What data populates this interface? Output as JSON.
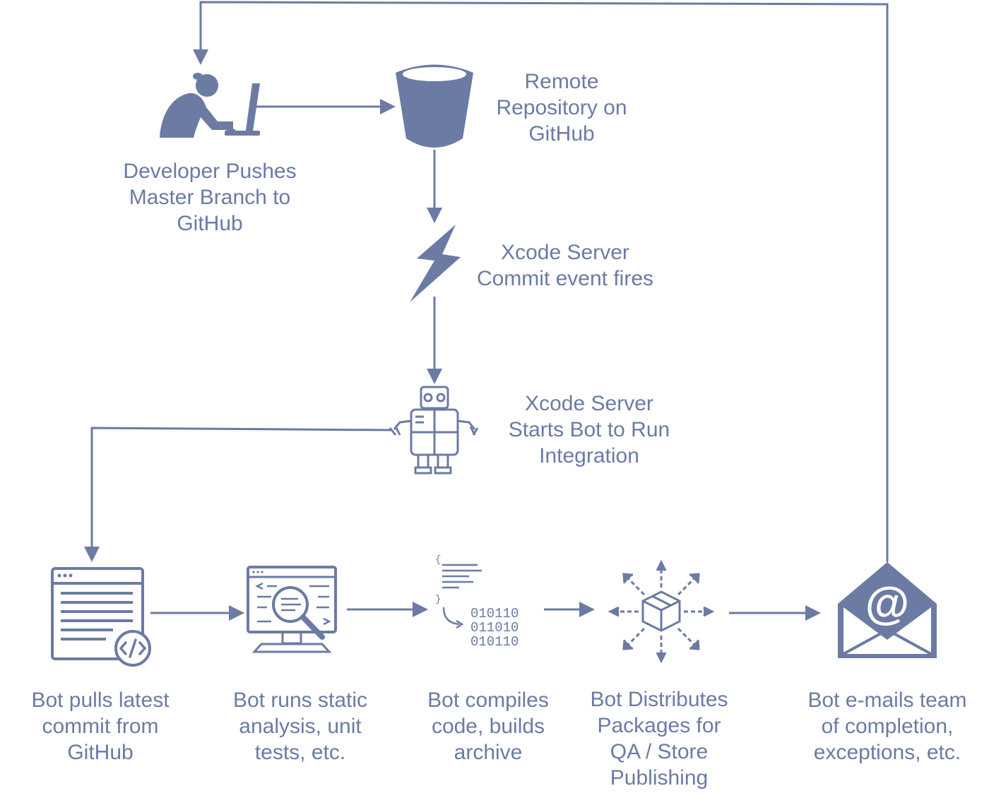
{
  "colors": {
    "primary": "#6b7ba3",
    "text": "#6b7ba3",
    "background": "#ffffff"
  },
  "nodes": {
    "developer": {
      "icon": "developer-at-computer-icon",
      "lines": [
        "Developer Pushes",
        "Master Branch to",
        "GitHub"
      ]
    },
    "repository": {
      "icon": "bucket-repository-icon",
      "lines": [
        "Remote",
        "Repository on",
        "GitHub"
      ]
    },
    "commit_event": {
      "icon": "lightning-bolt-icon",
      "lines": [
        "Xcode Server",
        "Commit event fires"
      ]
    },
    "bot_start": {
      "icon": "robot-icon",
      "lines": [
        "Xcode Server",
        "Starts Bot to Run",
        "Integration"
      ]
    },
    "pull": {
      "icon": "code-file-browser-icon",
      "lines": [
        "Bot pulls latest",
        "commit from",
        "GitHub"
      ]
    },
    "analysis": {
      "icon": "code-analysis-magnifier-icon",
      "lines": [
        "Bot runs static",
        "analysis, unit",
        "tests, etc."
      ]
    },
    "compile": {
      "icon": "compile-binary-icon",
      "lines": [
        "Bot compiles",
        "code, builds",
        "archive"
      ]
    },
    "distribute": {
      "icon": "package-distribution-icon",
      "lines": [
        "Bot Distributes",
        "Packages for",
        "QA / Store",
        "Publishing"
      ]
    },
    "email": {
      "icon": "email-envelope-at-icon",
      "lines": [
        "Bot e-mails team",
        "of completion,",
        "exceptions, etc."
      ]
    }
  }
}
